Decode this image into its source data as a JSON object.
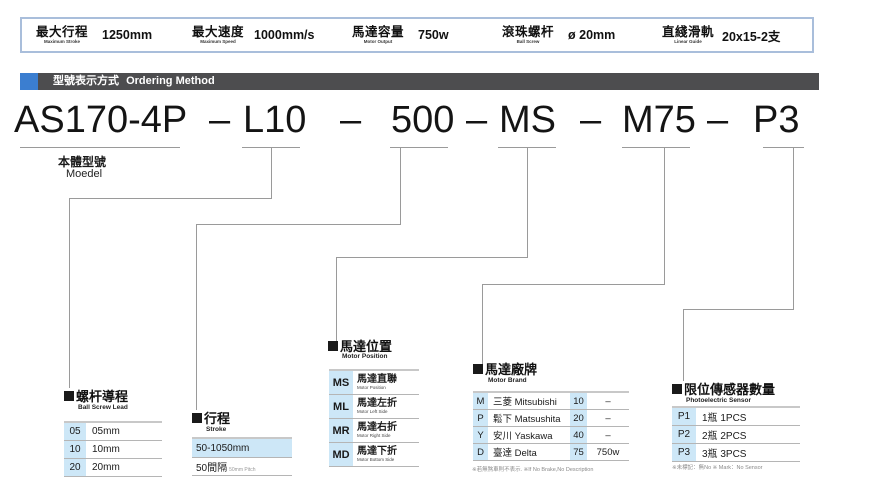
{
  "specs": [
    {
      "label_zh": "最大行程",
      "label_en": "Maximum Stroke",
      "value": "1250mm"
    },
    {
      "label_zh": "最大速度",
      "label_en": "Maximum Speed",
      "value": "1000mm/s"
    },
    {
      "label_zh": "馬達容量",
      "label_en": "Motor Output",
      "value": "750w"
    },
    {
      "label_zh": "滾珠螺杆",
      "label_en": "Ball Screw",
      "value": "ø 20mm"
    },
    {
      "label_zh": "直綫滑軌",
      "label_en": "Linear Guide",
      "value": "20x15-2支"
    }
  ],
  "section": {
    "title_zh": "型號表示方式",
    "title_en": "Ordering Method",
    "accent_color": "#3b7ed0",
    "bar_color": "#4d4d4f"
  },
  "model_code": {
    "parts": [
      "AS170-4P",
      "L10",
      "500",
      "MS",
      "M75",
      "P3"
    ],
    "separator": "–"
  },
  "model": {
    "label_zh": "本體型號",
    "label_en": "Moedel"
  },
  "lead": {
    "title_zh": "螺杆導程",
    "title_en": "Ball Screw Lead",
    "rows": [
      {
        "code": "05",
        "desc": "05mm"
      },
      {
        "code": "10",
        "desc": "10mm"
      },
      {
        "code": "20",
        "desc": "20mm"
      }
    ]
  },
  "stroke": {
    "title_zh": "行程",
    "title_en": "Stroke",
    "range": "50-1050mm",
    "pitch_zh": "50間隔",
    "pitch_en": "50mm Pitch"
  },
  "position": {
    "title_zh": "馬達位置",
    "title_en": "Motor Position",
    "rows": [
      {
        "code": "MS",
        "zh": "馬達直聯",
        "en": "Motor Position"
      },
      {
        "code": "ML",
        "zh": "馬達左折",
        "en": "Motor Left Side"
      },
      {
        "code": "MR",
        "zh": "馬達右折",
        "en": "Motor Right Side"
      },
      {
        "code": "MD",
        "zh": "馬達下折",
        "en": "Motor Bottom Side"
      }
    ]
  },
  "brand": {
    "title_zh": "馬達廠牌",
    "title_en": "Motor Brand",
    "rows": [
      {
        "code": "M",
        "name": "三菱 Mitsubishi",
        "power_code": "10",
        "power": "–"
      },
      {
        "code": "P",
        "name": "鬆下 Matsushita",
        "power_code": "20",
        "power": "–"
      },
      {
        "code": "Y",
        "name": "安川 Yaskawa",
        "power_code": "40",
        "power": "–"
      },
      {
        "code": "D",
        "name": "臺達 Delta",
        "power_code": "75",
        "power": "750w"
      }
    ],
    "note": "※若無煞車則不表示. ※If No Brake,No Description"
  },
  "sensor": {
    "title_zh": "限位傳感器數量",
    "title_en": "Photoelectric Sensor",
    "rows": [
      {
        "code": "P1",
        "desc": "1瓶 1PCS"
      },
      {
        "code": "P2",
        "desc": "2瓶 2PCS"
      },
      {
        "code": "P3",
        "desc": "3瓶 3PCS"
      }
    ],
    "note": "※未標記：無No ※ Mark：No Sensor"
  }
}
